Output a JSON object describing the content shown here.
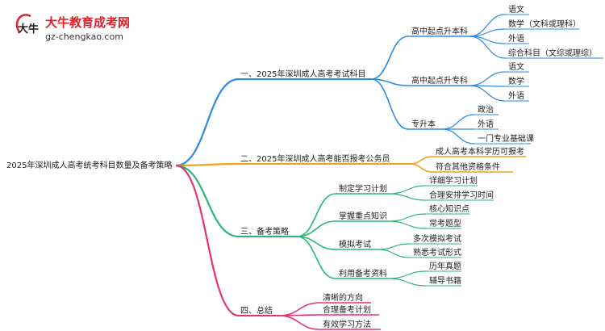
{
  "logo": {
    "title": "大牛教育成考网",
    "url": "gz-chengkao.com",
    "mark_text": "大牛"
  },
  "mindmap": {
    "root": "2025年深圳成人高考统考科目数量及备考策略",
    "colors": {
      "branch1": "#2b8be6",
      "branch2": "#f0a21e",
      "branch3": "#2bb673",
      "branch4": "#e8307a"
    },
    "branches": [
      {
        "label": "一、2025年深圳成人高考考试科目",
        "children": [
          {
            "label": "高中起点升本科",
            "children": [
              "语文",
              "数学（文科或理科）",
              "外语",
              "综合科目（文综或理综）"
            ]
          },
          {
            "label": "高中起点升专科",
            "children": [
              "语文",
              "数学",
              "外语"
            ]
          },
          {
            "label": "专升本",
            "children": [
              "政治",
              "外语",
              "一门专业基础课"
            ]
          }
        ]
      },
      {
        "label": "二、2025年深圳成人高考能否报考公务员",
        "children": [
          "成人高考本科学历可报考",
          "符合其他资格条件"
        ]
      },
      {
        "label": "三、备考策略",
        "children": [
          {
            "label": "制定学习计划",
            "children": [
              "详细学习计划",
              "合理安排学习时间"
            ]
          },
          {
            "label": "掌握重点知识",
            "children": [
              "核心知识点",
              "常考题型"
            ]
          },
          {
            "label": "模拟考试",
            "children": [
              "多次模拟考试",
              "熟悉考试形式"
            ]
          },
          {
            "label": "利用备考资料",
            "children": [
              "历年真题",
              "辅导书籍"
            ]
          }
        ]
      },
      {
        "label": "四、总结",
        "children": [
          "清晰的方向",
          "合理备考计划",
          "有效学习方法"
        ]
      }
    ]
  }
}
